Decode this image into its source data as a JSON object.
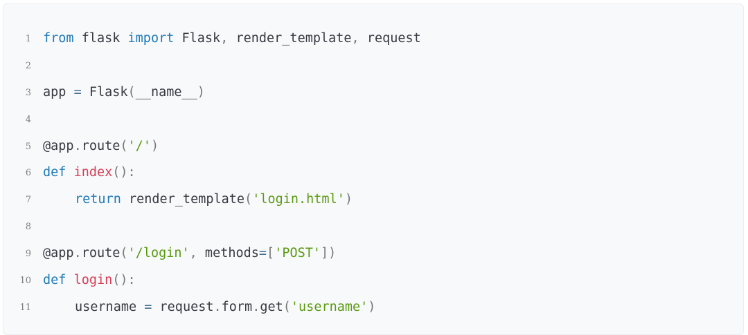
{
  "colors": {
    "background": "#f8f9fb",
    "keyword": "#1f7ab8",
    "function_name": "#d63d55",
    "string": "#5a9a11",
    "text": "#383a42",
    "line_number": "#7f7f7f"
  },
  "lines": [
    {
      "n": "1",
      "tokens": [
        {
          "t": "from",
          "c": "kw"
        },
        {
          "t": " flask ",
          "c": ""
        },
        {
          "t": "import",
          "c": "kw"
        },
        {
          "t": " Flask",
          "c": ""
        },
        {
          "t": ",",
          "c": "pn"
        },
        {
          "t": " render_template",
          "c": ""
        },
        {
          "t": ",",
          "c": "pn"
        },
        {
          "t": " request",
          "c": ""
        }
      ]
    },
    {
      "n": "2",
      "tokens": []
    },
    {
      "n": "3",
      "tokens": [
        {
          "t": "app ",
          "c": ""
        },
        {
          "t": "=",
          "c": "op"
        },
        {
          "t": " Flask",
          "c": ""
        },
        {
          "t": "(",
          "c": "pn"
        },
        {
          "t": "__name__",
          "c": ""
        },
        {
          "t": ")",
          "c": "pn"
        }
      ]
    },
    {
      "n": "4",
      "tokens": []
    },
    {
      "n": "5",
      "tokens": [
        {
          "t": "@app",
          "c": ""
        },
        {
          "t": ".",
          "c": "pn"
        },
        {
          "t": "route",
          "c": ""
        },
        {
          "t": "(",
          "c": "pn"
        },
        {
          "t": "'/'",
          "c": "str"
        },
        {
          "t": ")",
          "c": "pn"
        }
      ]
    },
    {
      "n": "6",
      "tokens": [
        {
          "t": "def",
          "c": "kw"
        },
        {
          "t": " ",
          "c": ""
        },
        {
          "t": "index",
          "c": "fn"
        },
        {
          "t": "():",
          "c": "pn"
        }
      ]
    },
    {
      "n": "7",
      "indent": true,
      "tokens": [
        {
          "t": "return",
          "c": "kw"
        },
        {
          "t": " render_template",
          "c": ""
        },
        {
          "t": "(",
          "c": "pn"
        },
        {
          "t": "'login.html'",
          "c": "str"
        },
        {
          "t": ")",
          "c": "pn"
        }
      ]
    },
    {
      "n": "8",
      "tokens": []
    },
    {
      "n": "9",
      "tokens": [
        {
          "t": "@app",
          "c": ""
        },
        {
          "t": ".",
          "c": "pn"
        },
        {
          "t": "route",
          "c": ""
        },
        {
          "t": "(",
          "c": "pn"
        },
        {
          "t": "'/login'",
          "c": "str"
        },
        {
          "t": ",",
          "c": "pn"
        },
        {
          "t": " methods",
          "c": ""
        },
        {
          "t": "=",
          "c": "op"
        },
        {
          "t": "[",
          "c": "pn"
        },
        {
          "t": "'POST'",
          "c": "str"
        },
        {
          "t": "])",
          "c": "pn"
        }
      ]
    },
    {
      "n": "10",
      "tokens": [
        {
          "t": "def",
          "c": "kw"
        },
        {
          "t": " ",
          "c": ""
        },
        {
          "t": "login",
          "c": "fn"
        },
        {
          "t": "():",
          "c": "pn"
        }
      ]
    },
    {
      "n": "11",
      "indent": true,
      "tokens": [
        {
          "t": "username ",
          "c": ""
        },
        {
          "t": "=",
          "c": "op"
        },
        {
          "t": " request",
          "c": ""
        },
        {
          "t": ".",
          "c": "pn"
        },
        {
          "t": "form",
          "c": ""
        },
        {
          "t": ".",
          "c": "pn"
        },
        {
          "t": "get",
          "c": ""
        },
        {
          "t": "(",
          "c": "pn"
        },
        {
          "t": "'username'",
          "c": "str"
        },
        {
          "t": ")",
          "c": "pn"
        }
      ]
    }
  ]
}
